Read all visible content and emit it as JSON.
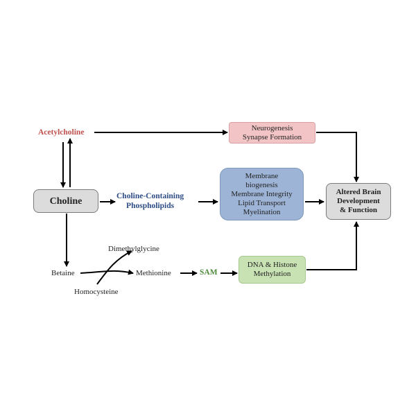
{
  "nodes": {
    "acetylcholine": {
      "label": "Acetylcholine",
      "color": "#c0504d"
    },
    "choline": {
      "label": "Choline"
    },
    "phospholipids": {
      "line1": "Choline-Containing",
      "line2": "Phospholipids",
      "color": "#2e4d86"
    },
    "neurogenesis": {
      "line1": "Neurogenesis",
      "line2": "Synapse Formation"
    },
    "membrane": {
      "lines": [
        "Membrane",
        "biogenesis",
        "Membrane Integrity",
        "Lipid Transport",
        "Myelination"
      ]
    },
    "altered": {
      "lines": [
        "Altered Brain",
        "Development",
        "& Function"
      ]
    },
    "betaine": {
      "label": "Betaine"
    },
    "dimethylglycine": {
      "label": "Dimethylglycine"
    },
    "homocysteine": {
      "label": "Homocysteine"
    },
    "methionine": {
      "label": "Methionine"
    },
    "sam": {
      "label": "SAM",
      "color": "#4e8a3a"
    },
    "dna": {
      "line1": "DNA & Histone",
      "line2": "Methylation"
    }
  }
}
